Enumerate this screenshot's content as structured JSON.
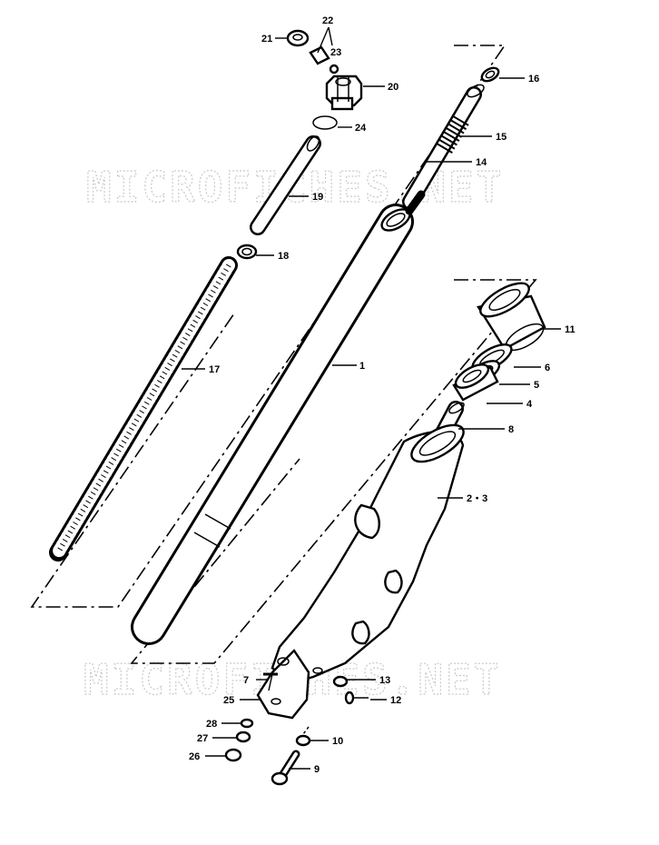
{
  "watermarks": [
    "MICROFICHES.NET",
    "MICROFICHES.NET"
  ],
  "callouts": {
    "c1": "1",
    "c2_3": "2・3",
    "c4": "4",
    "c5": "5",
    "c6": "6",
    "c7": "7",
    "c8": "8",
    "c9": "9",
    "c10": "10",
    "c11": "11",
    "c12": "12",
    "c13": "13",
    "c14": "14",
    "c15": "15",
    "c16": "16",
    "c17": "17",
    "c18": "18",
    "c19": "19",
    "c20": "20",
    "c21": "21",
    "c22": "22",
    "c23": "23",
    "c24": "24",
    "c25": "25",
    "c26": "26",
    "c27": "27",
    "c28": "28"
  }
}
